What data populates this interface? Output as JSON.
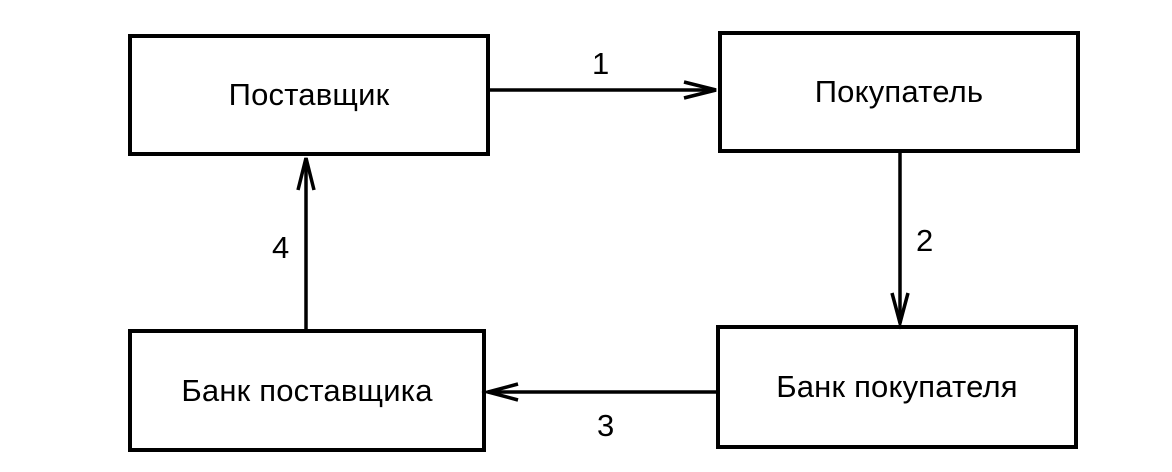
{
  "diagram": {
    "nodes": {
      "supplier": "Поставщик",
      "buyer": "Покупатель",
      "supplier_bank": "Банк поставщика",
      "buyer_bank": "Банк покупателя"
    },
    "edges": [
      {
        "from": "supplier",
        "to": "buyer",
        "label": "1"
      },
      {
        "from": "buyer",
        "to": "buyer_bank",
        "label": "2"
      },
      {
        "from": "buyer_bank",
        "to": "supplier_bank",
        "label": "3"
      },
      {
        "from": "supplier_bank",
        "to": "supplier",
        "label": "4"
      }
    ]
  }
}
